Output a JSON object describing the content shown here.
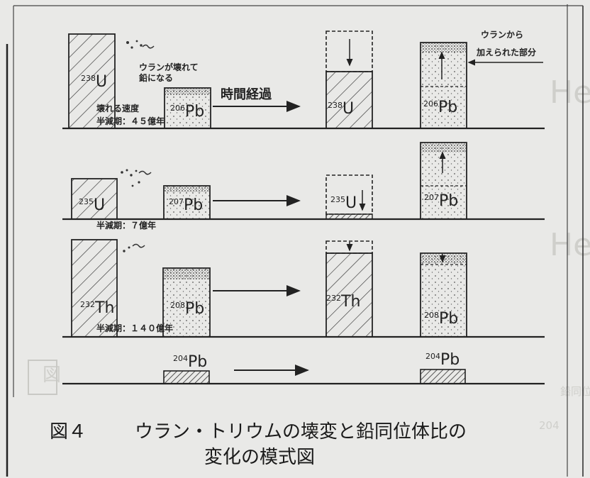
{
  "caption": {
    "number": "図４",
    "title_line1": "ウラン・トリウムの壊変と鉛同位体比の",
    "title_line2": "変化の模式図"
  },
  "arrow_label": "時間経過",
  "annotations": {
    "uranium_breaks": [
      "ウランが壊れて",
      "鉛になる"
    ],
    "decay_speed": "壊れる速度",
    "half_life_u238": "半減期：４５億年",
    "half_life_u235": "半減期：７億年",
    "half_life_th232": "半減期：１４０億年",
    "added_from_uranium": [
      "ウランから",
      "加えられた部分"
    ]
  },
  "isotopes": {
    "u238": {
      "mass": "238",
      "symbol": "U"
    },
    "pb206": {
      "mass": "206",
      "symbol": "Pb"
    },
    "u235": {
      "mass": "235",
      "symbol": "U"
    },
    "pb207": {
      "mass": "207",
      "symbol": "Pb"
    },
    "th232": {
      "mass": "232",
      "symbol": "Th"
    },
    "pb208": {
      "mass": "208",
      "symbol": "Pb"
    },
    "pb204": {
      "mass": "204",
      "symbol": "Pb"
    }
  },
  "background_text": {
    "margin_right_1": "He",
    "margin_right_2": "He",
    "box_left": "図",
    "section_heading": "鉛同位体比の変化",
    "side_number": "204"
  }
}
